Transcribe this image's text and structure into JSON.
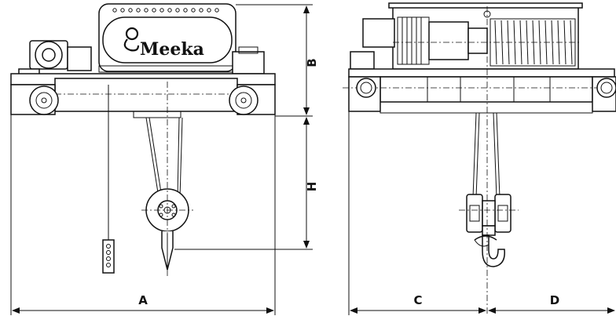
{
  "brand": {
    "logo_text": "Meeka"
  },
  "dimensions": {
    "A": "A",
    "B": "B",
    "H": "H",
    "C": "C",
    "D": "D"
  }
}
